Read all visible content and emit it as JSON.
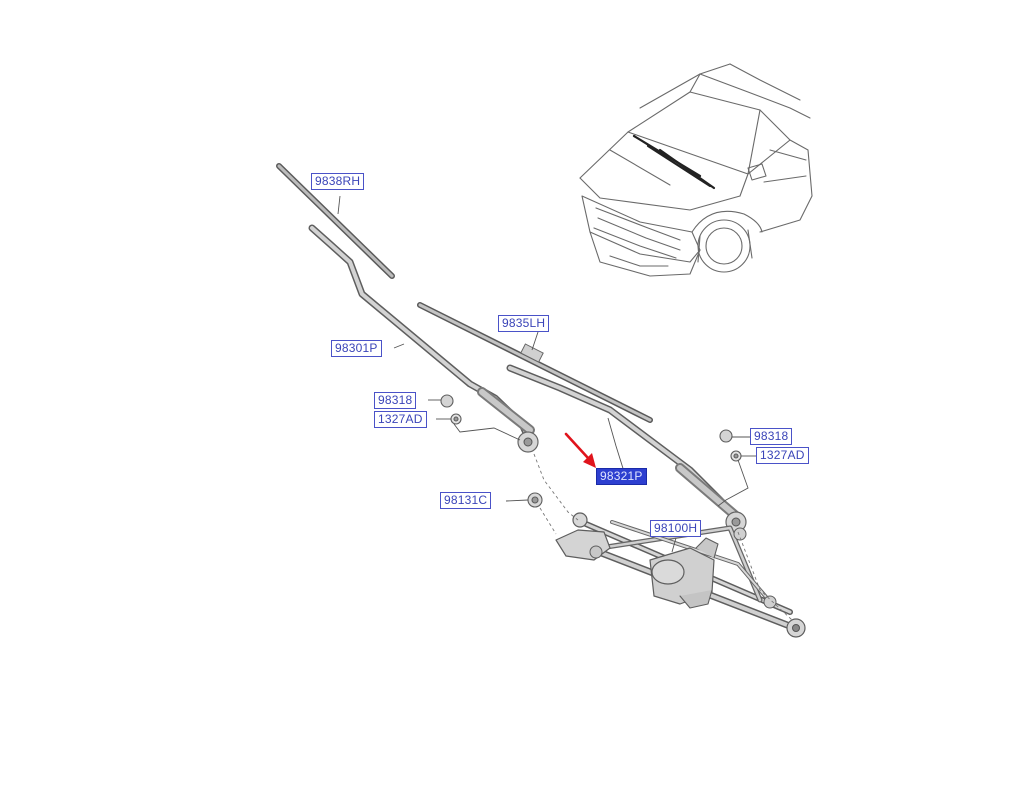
{
  "diagram": {
    "colors": {
      "label_border": "#4a52c8",
      "label_text": "#3a44b8",
      "selected_fill": "#2d3fd0",
      "pointer_arrow": "#e0141c",
      "line_art": "#707070"
    },
    "labels": {
      "blade_rh": "9838RH",
      "blade_lh": "9835LH",
      "arm_rh": "98301P",
      "cap_rh": "98318",
      "nut_rh": "1327AD",
      "cap_lh": "98318",
      "nut_lh": "1327AD",
      "arm_lh_selected": "98321P",
      "linkage_nut": "98131C",
      "linkage_motor": "98100H"
    }
  }
}
